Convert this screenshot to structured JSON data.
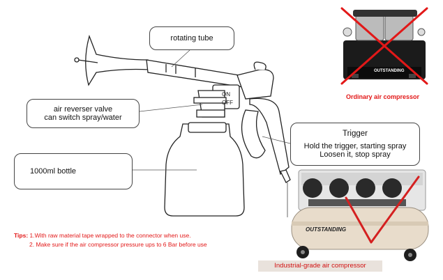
{
  "callouts": {
    "rotating_tube": "rotating tube",
    "valve_line1": "air reverser valve",
    "valve_line2": "can switch spray/water",
    "bottle": "1000ml bottle",
    "trigger_title": "Trigger",
    "trigger_line1": "Hold the trigger, starting spray",
    "trigger_line2": "Loosen it, stop spray"
  },
  "tips": {
    "label": "Tips:",
    "line1": "1.With raw material tape wrapped to the connector when use.",
    "line2": "2. Make sure if the air compressor pressure ups to 6 Bar before use"
  },
  "gun_markings": {
    "on": "ON",
    "off": "OFF"
  },
  "compressors": {
    "ordinary_caption": "Ordinary air compressor",
    "industrial_caption": "Industrial-grade air compressor",
    "brand": "OUTSTANDING"
  },
  "colors": {
    "tips_red": "#e21818",
    "cross_red": "#e21818",
    "check_red": "#d42020"
  }
}
